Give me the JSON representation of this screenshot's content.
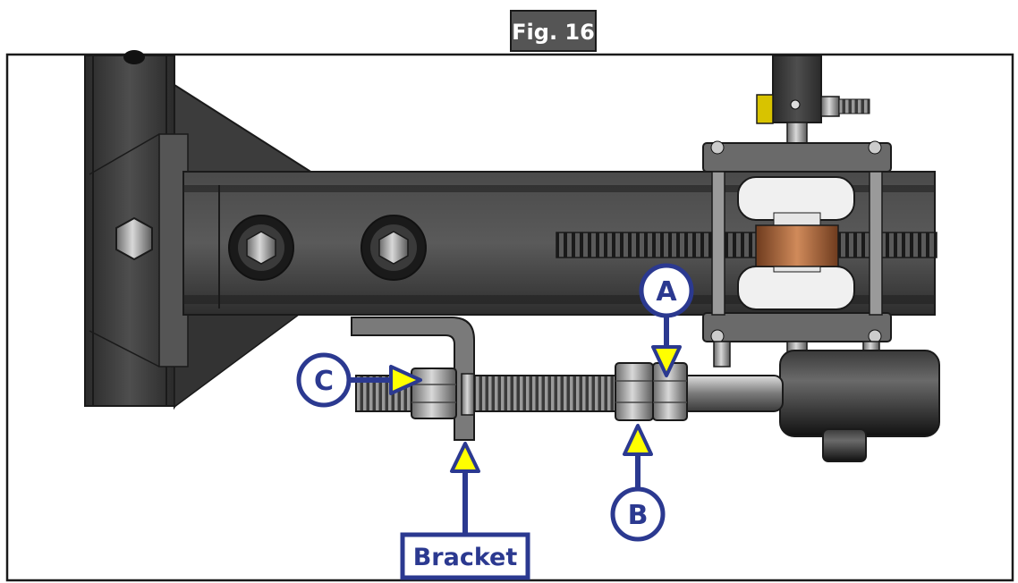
{
  "figure": {
    "label": "Fig. 16",
    "callouts": {
      "a": "A",
      "b": "B",
      "c": "C"
    },
    "bracket_label": "Bracket"
  },
  "colors": {
    "callout_blue": "#2b3990",
    "arrow_yellow": "#ffff00",
    "fig_label_bg": "#555555",
    "frame_dark": "#3a3a3a",
    "steel": "#8c8c8c"
  },
  "icons": [
    "hex-bolt-icon",
    "hex-nut-icon",
    "gear-icon"
  ]
}
